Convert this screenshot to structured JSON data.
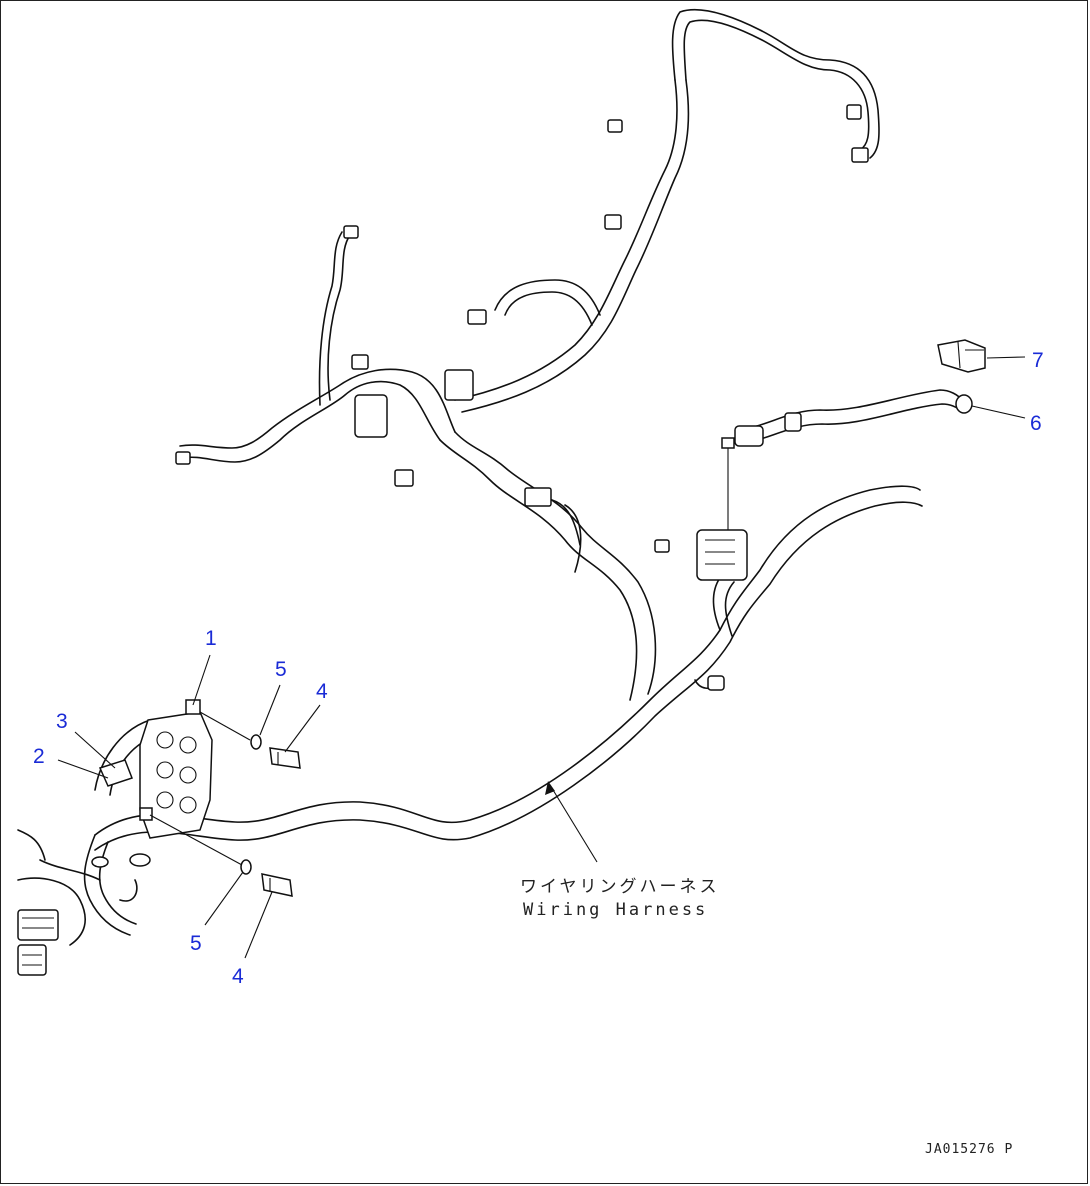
{
  "callouts": {
    "c1": "1",
    "c2": "2",
    "c3": "3",
    "c4a": "4",
    "c4b": "4",
    "c5a": "5",
    "c5b": "5",
    "c6": "6",
    "c7": "7"
  },
  "labels": {
    "harness_jp": "ワイヤリングハーネス",
    "harness_en": "Wiring Harness"
  },
  "drawing_code": "JA015276 P",
  "colors": {
    "callout": "#1a2bd6",
    "line": "#111111",
    "background": "#ffffff"
  }
}
